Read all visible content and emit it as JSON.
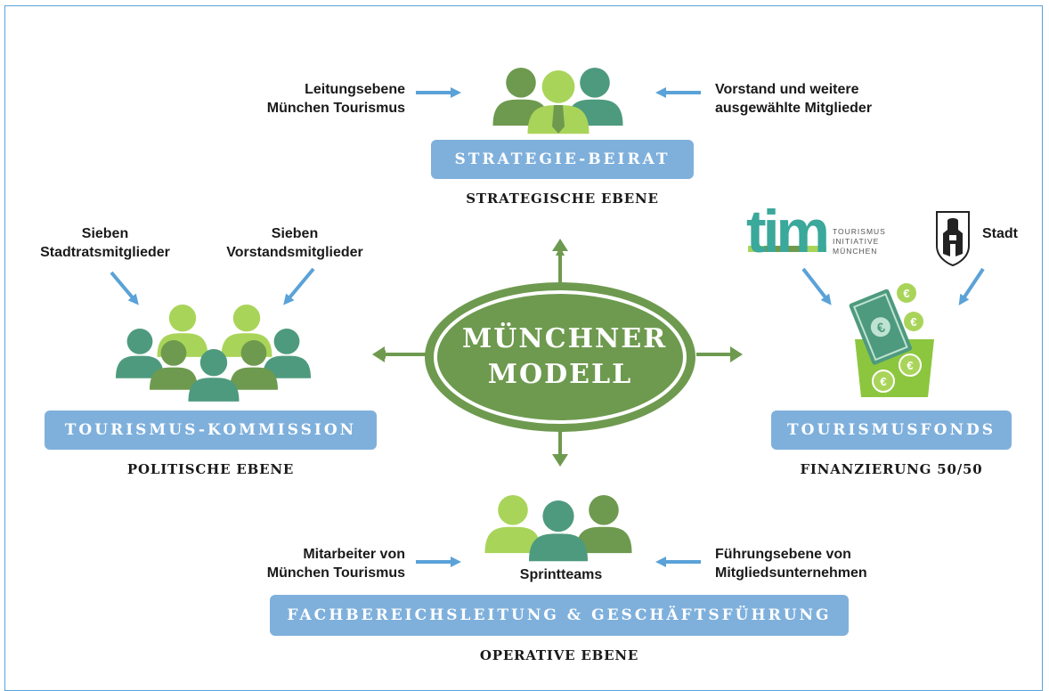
{
  "center": {
    "line1": "MÜNCHNER",
    "line2": "MODELL"
  },
  "top": {
    "left_label_1": "Leitungsebene",
    "left_label_2": "München Tourismus",
    "right_label_1": "Vorstand und weitere",
    "right_label_2": "ausgewählte Mitglieder",
    "box": "STRATEGIE-BEIRAT",
    "level": "STRATEGISCHE EBENE"
  },
  "left": {
    "label_a1": "Sieben",
    "label_a2": "Stadtratsmitglieder",
    "label_b1": "Sieben",
    "label_b2": "Vorstandsmitglieder",
    "box": "TOURISMUS-KOMMISSION",
    "level": "POLITISCHE EBENE"
  },
  "right": {
    "logo_text": "tim",
    "logo_sub_1": "TOURISMUS",
    "logo_sub_2": "INITIATIVE",
    "logo_sub_3": "MÜNCHEN",
    "city_label": "Stadt",
    "box": "TOURISMUSFONDS",
    "level": "FINANZIERUNG 50/50"
  },
  "bottom": {
    "left_label_1": "Mitarbeiter von",
    "left_label_2": "München Tourismus",
    "right_label_1": "Führungsebene von",
    "right_label_2": "Mitgliedsunternehmen",
    "group_label": "Sprintteams",
    "box": "FACHBEREICHSLEITUNG & GESCHÄFTSFÜHRUNG",
    "level": "OPERATIVE EBENE"
  },
  "colors": {
    "green_dark": "#6e9a4f",
    "green_light": "#a9d45a",
    "teal": "#4e9a7e",
    "blue_box": "#7fb0dc",
    "arrow_blue": "#5aa2d8"
  }
}
